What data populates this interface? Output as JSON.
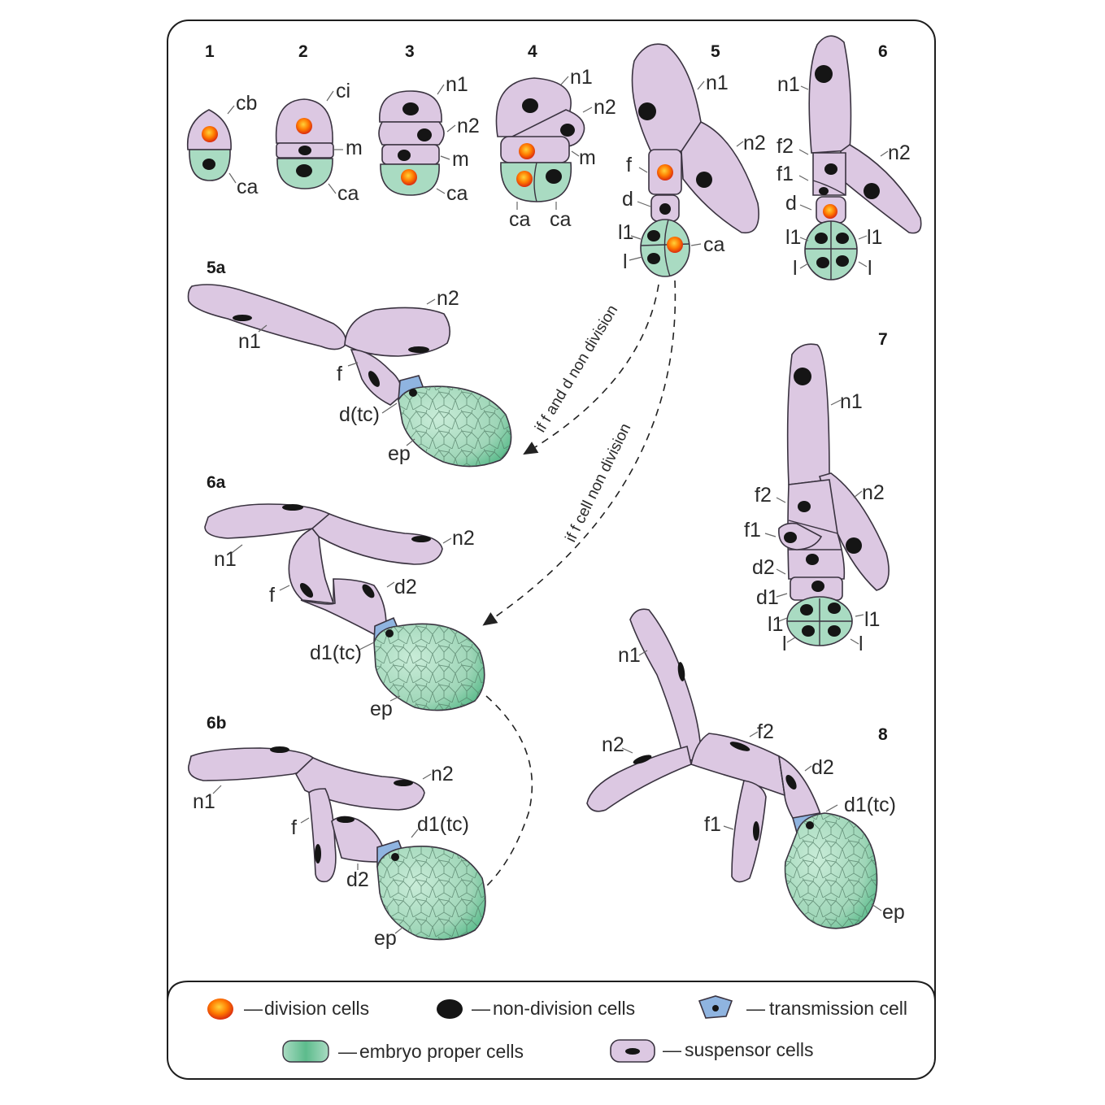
{
  "stages": {
    "s1": "1",
    "s2": "2",
    "s3": "3",
    "s4": "4",
    "s5": "5",
    "s6": "6",
    "s5a": "5a",
    "s6a": "6a",
    "s6b": "6b",
    "s7": "7",
    "s8": "8"
  },
  "labels": {
    "cb": "cb",
    "ca": "ca",
    "ci": "ci",
    "m": "m",
    "n1": "n1",
    "n2": "n2",
    "f": "f",
    "d": "d",
    "l1": "l1",
    "l": "l",
    "f1": "f1",
    "f2": "f2",
    "d1": "d1",
    "d2": "d2",
    "d_tc": "d(tc)",
    "d1_tc": "d1(tc)",
    "ep": "ep"
  },
  "arrows": {
    "a1": "if f and d non division",
    "a2": "if f cell non division"
  },
  "legend": {
    "division": "division cells",
    "nondivision": "non-division cells",
    "transmission": "transmission cell",
    "embryo": "embryo proper cells",
    "suspensor": "suspensor cells",
    "dash": "—"
  },
  "colors": {
    "suspensor": "#dcc8e2",
    "embryo": "#a9dbc2",
    "transmission": "#8fb4e0",
    "division": "#ff7a00",
    "nucleus": "#151515"
  }
}
